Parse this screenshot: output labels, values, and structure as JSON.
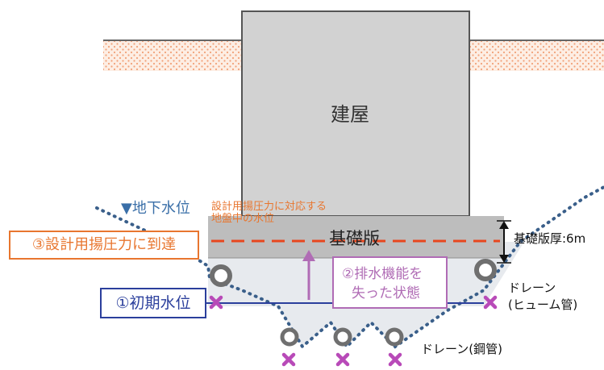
{
  "building": {
    "label": "建屋"
  },
  "slab": {
    "label": "基礎版",
    "thickness_label": "基礎版厚:6m"
  },
  "groundwater": {
    "label": "▼地下水位"
  },
  "design_pressure_note": {
    "line1": "設計用揚圧力に対応する",
    "line2": "地盤中の水位"
  },
  "states": {
    "initial": "①初期水位",
    "lost_drain_line1": "②排水機能を",
    "lost_drain_line2": "失った状態",
    "reach_design": "③設計用揚圧力に到達"
  },
  "drains": {
    "hume_line1": "ドレーン",
    "hume_line2": "(ヒューム管)",
    "steel": "ドレーン(鋼管)"
  },
  "colors": {
    "building_fill": "#d2d2d2",
    "slab_fill": "#bdbdbd",
    "ground_dots": "#f2a27a",
    "initial_water": "#2b3f9c",
    "design_water": "#e8461e",
    "lost_state": "#b06cb5",
    "groundwater_line": "#3a5f8a",
    "cross_mark": "#b84ab8",
    "drain_pipe": "#707070"
  },
  "icons": [
    "cross-icon",
    "drain-pipe-icon",
    "up-arrow-icon",
    "double-arrow-icon"
  ]
}
